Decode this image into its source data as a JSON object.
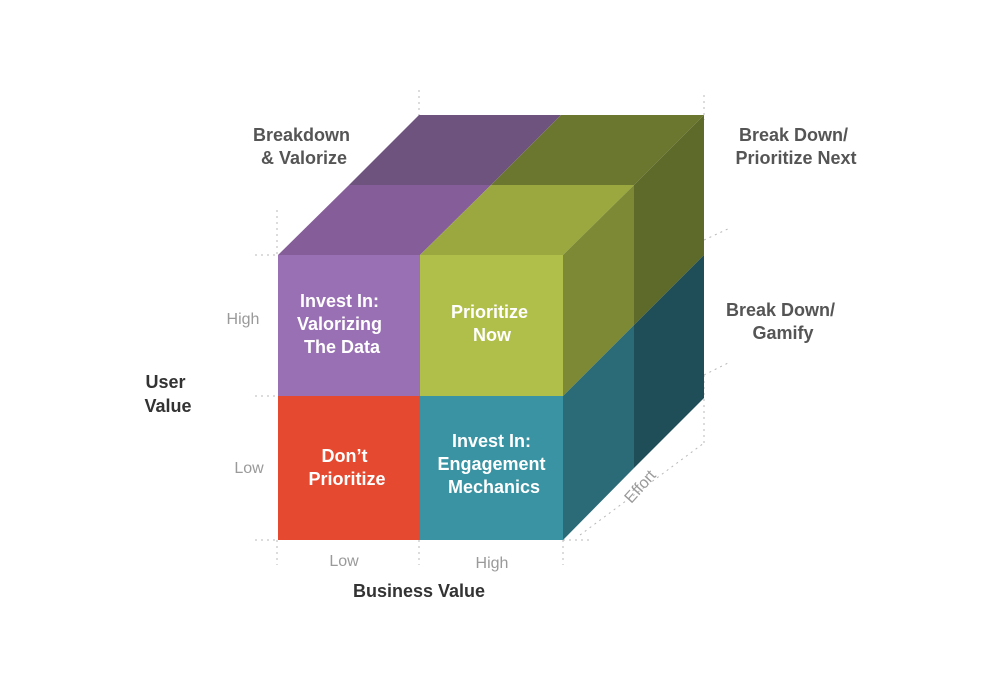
{
  "colors": {
    "purple": "#9870b3",
    "purple_top": "#855d99",
    "purple_back_top": "#6f537f",
    "green": "#b0be4a",
    "green_top": "#9ba83f",
    "green_side": "#7d8935",
    "green_back_top": "#6b772f",
    "green_back_side": "#5e6a29",
    "red": "#e54a31",
    "teal": "#3a93a3",
    "teal_side": "#2b6b77",
    "teal_back_side": "#1f4e59",
    "text_dark": "#333333",
    "text_gray": "#555555",
    "tick_gray": "#9a9a9a"
  },
  "cells": {
    "top_left": [
      "Invest In:",
      "Valorizing",
      "The Data"
    ],
    "top_right": [
      "Prioritize",
      "Now"
    ],
    "bottom_left": [
      "Don’t",
      "Prioritize"
    ],
    "bottom_right": [
      "Invest In:",
      "Engagement",
      "Mechanics"
    ]
  },
  "back_labels": {
    "breakdown_valorize": [
      "Breakdown",
      "& Valorize"
    ],
    "break_down_prioritize_next": [
      "Break Down/",
      "Prioritize Next"
    ],
    "break_down_gamify": [
      "Break Down/",
      "Gamify"
    ]
  },
  "axes": {
    "y_title": [
      "User",
      "Value"
    ],
    "y_ticks": {
      "high": "High",
      "low": "Low"
    },
    "x_title": "Business Value",
    "x_ticks": {
      "low": "Low",
      "high": "High"
    },
    "z_title": "Effort"
  }
}
